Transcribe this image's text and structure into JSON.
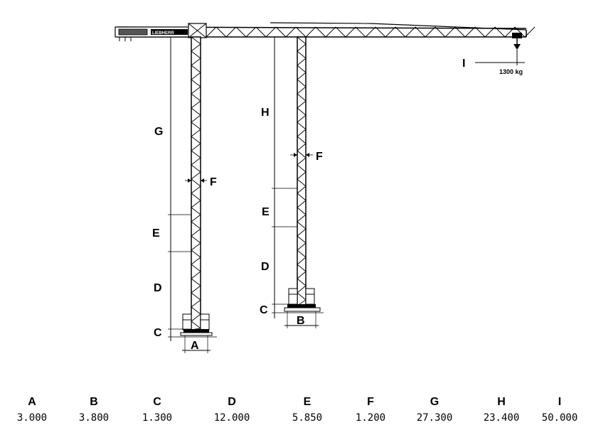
{
  "labels": {
    "a": "A",
    "b": "B",
    "c": "C",
    "d": "D",
    "e": "E",
    "f": "F",
    "g": "G",
    "h": "H",
    "i": "I"
  },
  "load": "1300 kg",
  "brand": "LIEBHERR",
  "table": [
    {
      "letter": "A",
      "value": "3.000"
    },
    {
      "letter": "B",
      "value": "3.800"
    },
    {
      "letter": "C",
      "value": "1.300"
    },
    {
      "letter": "D",
      "value": "12.000"
    },
    {
      "letter": "E",
      "value": "5.850"
    },
    {
      "letter": "F",
      "value": "1.200"
    },
    {
      "letter": "G",
      "value": "27.300"
    },
    {
      "letter": "H",
      "value": "23.400"
    },
    {
      "letter": "I",
      "value": "50.000"
    }
  ]
}
